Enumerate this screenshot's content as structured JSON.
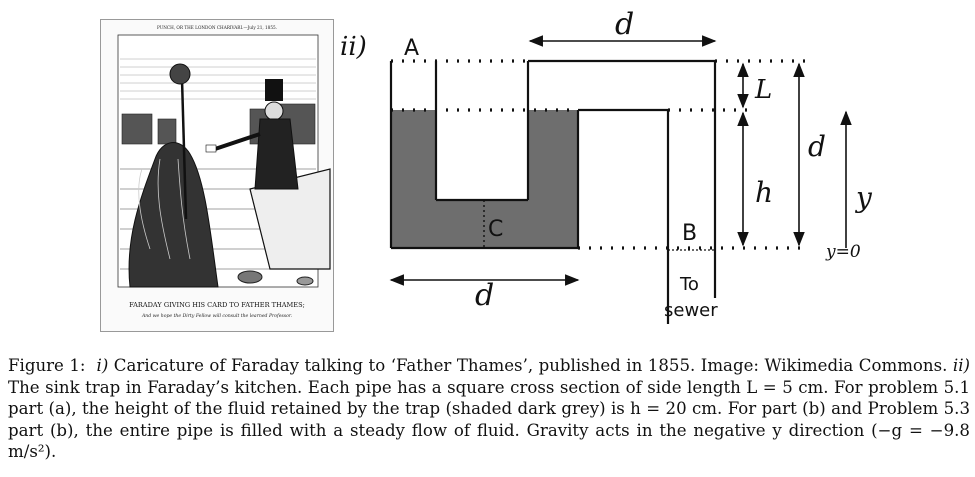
{
  "panels": {
    "left_label": "i)",
    "right_label": "ii)"
  },
  "cartoon": {
    "header": "PUNCH, OR THE LONDON CHARIVARI.—July 21, 1855.",
    "title": "FARADAY GIVING HIS CARD TO FATHER THAMES;",
    "subtitle": "And we hope the Dirty Fellow will consult the learned Professor."
  },
  "diagram": {
    "label_A": "A",
    "label_B": "B",
    "label_C": "C",
    "label_d_top": "d",
    "label_d_bottom": "d",
    "label_d_right": "d",
    "label_L": "L",
    "label_h": "h",
    "label_y": "y",
    "label_y0": "y=0",
    "label_to": "To",
    "label_sewer": "sewer",
    "colors": {
      "fluid": "#6e6e6e",
      "line": "#111111"
    }
  },
  "caption": {
    "prefix": "Figure 1:",
    "part_i_label": "i)",
    "part_i_text": "Caricature of Faraday talking to ‘Father Thames’, published in 1855. Image: Wikimedia Commons.",
    "part_ii_label": "ii)",
    "part_ii_text": "The sink trap in Faraday’s kitchen. Each pipe has a square cross section of side length L = 5 cm. For problem 5.1 part (a), the height of the fluid retained by the trap (shaded dark grey) is h = 20 cm. For part (b) and Problem 5.3 part (b), the entire pipe is filled with a steady flow of fluid. Gravity acts in the negative y direction (−g = −9.8 m/s²)."
  }
}
